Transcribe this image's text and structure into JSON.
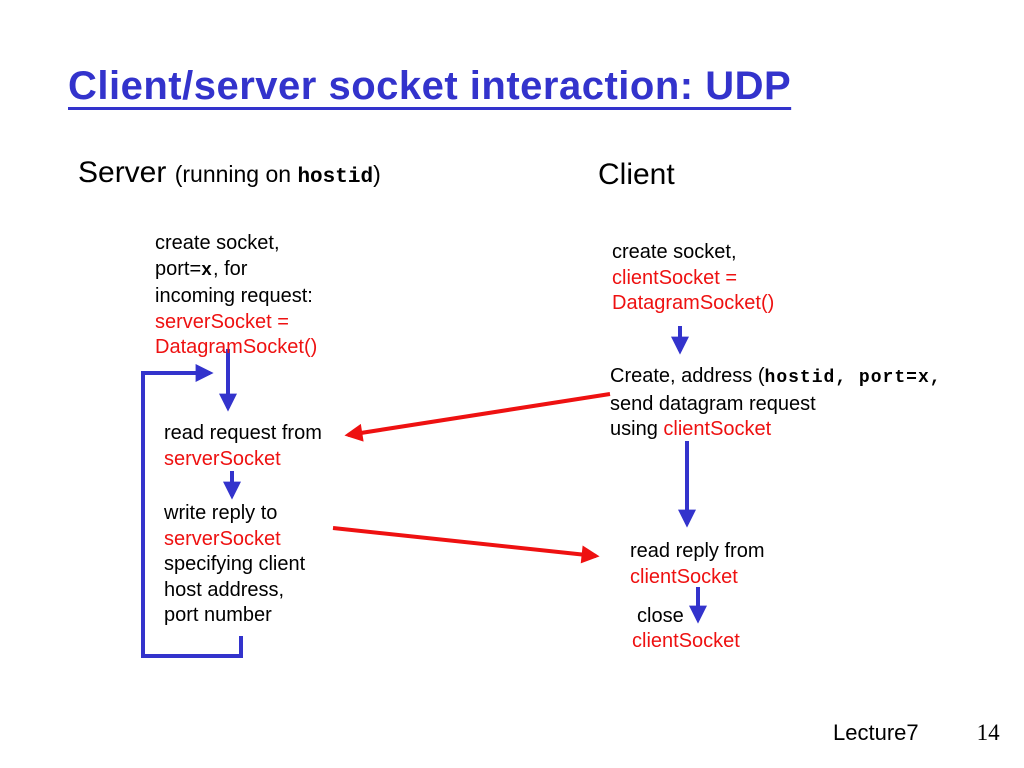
{
  "slide": {
    "title": "Client/server socket interaction: UDP",
    "footer": {
      "lecture_label": "Lecture7",
      "page_number": "14"
    }
  },
  "colors": {
    "title_blue": "#3333cc",
    "arrow_blue": "#3333cc",
    "code_red": "#ee1111",
    "text_black": "#000000"
  },
  "headers": {
    "server_title": "Server",
    "server_subtitle_prefix": "(running on ",
    "server_subtitle_mono": "hostid",
    "server_subtitle_suffix": ")",
    "client_title": "Client"
  },
  "server_flow": {
    "create_block": {
      "line1": "create socket,",
      "line2_prefix": "port=",
      "line2_mono": "x",
      "line2_suffix": ", for",
      "line3": "incoming request:",
      "code_line1": "serverSocket =",
      "code_line2": "DatagramSocket()"
    },
    "read_block": {
      "line1": "read request from",
      "code": "serverSocket"
    },
    "write_block": {
      "line1": "write reply to",
      "code": "serverSocket",
      "line2": "specifying client",
      "line3": "host address,",
      "line4": "port number"
    }
  },
  "client_flow": {
    "create_block": {
      "line1": "create socket,",
      "code_line1": "clientSocket =",
      "code_line2": "DatagramSocket()"
    },
    "send_block": {
      "line1_prefix": "Create, address (",
      "line1_mono": "hostid, port=x,",
      "line2": "send datagram request",
      "line3_prefix": "using ",
      "line3_code": "clientSocket"
    },
    "read_block": {
      "line1": "read reply from",
      "code": "clientSocket"
    },
    "close_block": {
      "line1": "close",
      "code": "clientSocket"
    }
  }
}
